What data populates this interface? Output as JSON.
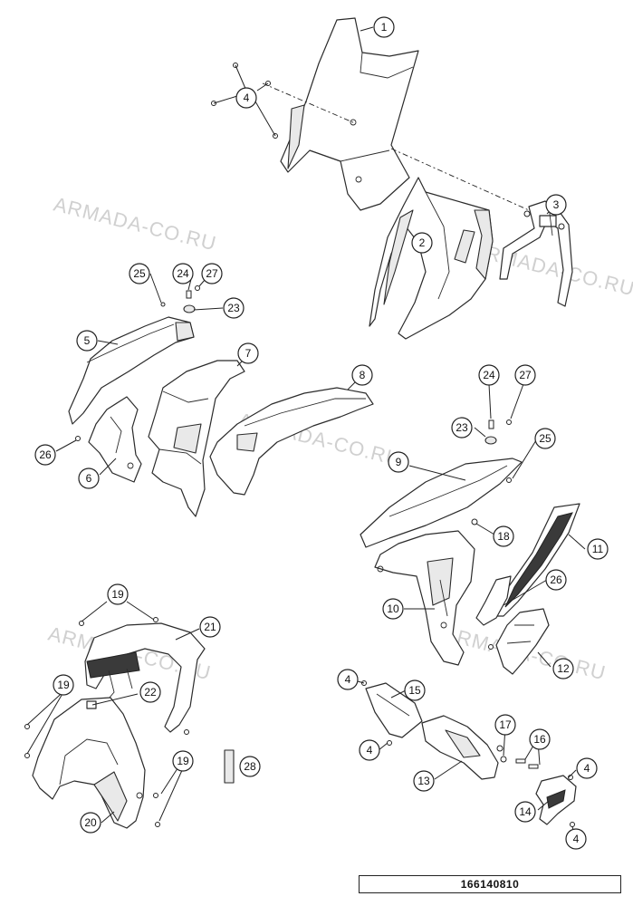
{
  "diagram": {
    "reference_number": "166140810",
    "watermark_text": "ARMADA-CO.RU",
    "callouts": [
      {
        "id": "c1",
        "label": "1"
      },
      {
        "id": "c2",
        "label": "2"
      },
      {
        "id": "c3",
        "label": "3"
      },
      {
        "id": "c4a",
        "label": "4"
      },
      {
        "id": "c4b",
        "label": "4"
      },
      {
        "id": "c4c",
        "label": "4"
      },
      {
        "id": "c4d",
        "label": "4"
      },
      {
        "id": "c4e",
        "label": "4"
      },
      {
        "id": "c5",
        "label": "5"
      },
      {
        "id": "c6",
        "label": "6"
      },
      {
        "id": "c7",
        "label": "7"
      },
      {
        "id": "c8",
        "label": "8"
      },
      {
        "id": "c9",
        "label": "9"
      },
      {
        "id": "c10",
        "label": "10"
      },
      {
        "id": "c11",
        "label": "11"
      },
      {
        "id": "c12",
        "label": "12"
      },
      {
        "id": "c13",
        "label": "13"
      },
      {
        "id": "c14",
        "label": "14"
      },
      {
        "id": "c15",
        "label": "15"
      },
      {
        "id": "c16",
        "label": "16"
      },
      {
        "id": "c17",
        "label": "17"
      },
      {
        "id": "c18",
        "label": "18"
      },
      {
        "id": "c19a",
        "label": "19"
      },
      {
        "id": "c19b",
        "label": "19"
      },
      {
        "id": "c19c",
        "label": "19"
      },
      {
        "id": "c20",
        "label": "20"
      },
      {
        "id": "c21",
        "label": "21"
      },
      {
        "id": "c22",
        "label": "22"
      },
      {
        "id": "c23a",
        "label": "23"
      },
      {
        "id": "c23b",
        "label": "23"
      },
      {
        "id": "c24a",
        "label": "24"
      },
      {
        "id": "c24b",
        "label": "24"
      },
      {
        "id": "c25a",
        "label": "25"
      },
      {
        "id": "c25b",
        "label": "25"
      },
      {
        "id": "c26a",
        "label": "26"
      },
      {
        "id": "c26b",
        "label": "26"
      },
      {
        "id": "c27a",
        "label": "27"
      },
      {
        "id": "c27b",
        "label": "27"
      },
      {
        "id": "c28",
        "label": "28"
      }
    ]
  }
}
